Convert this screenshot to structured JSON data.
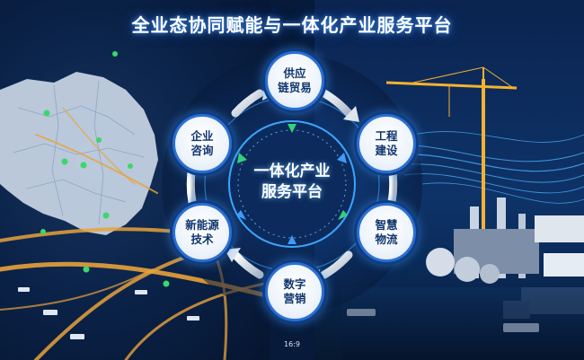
{
  "title": "全业态协同赋能与一体化产业服务平台",
  "hub": {
    "label": "一体化产业\n服务平台"
  },
  "nodes": [
    {
      "id": "supply-chain",
      "label": "供应\n链贸易"
    },
    {
      "id": "engineering",
      "label": "工程\n建设"
    },
    {
      "id": "logistics",
      "label": "智慧\n物流"
    },
    {
      "id": "marketing",
      "label": "数字\n营销"
    },
    {
      "id": "new-energy",
      "label": "新能源\n技术"
    },
    {
      "id": "consulting",
      "label": "企业\n咨询"
    }
  ],
  "footer": {
    "ratio": "16:9"
  },
  "colors": {
    "background": "#071a3a",
    "node_border": "#2b6fd1",
    "ring": "#3aa6ff",
    "arrow_green": "#34d27a",
    "arrow_blue": "#3f9bff",
    "map_land": "#c9d6e6",
    "road": "#e8a23a",
    "marker": "#3cd66c"
  },
  "icons": [
    "cycle-arrow-icon",
    "location-marker-icon",
    "crane-icon",
    "truck-icon",
    "ship-icon"
  ]
}
